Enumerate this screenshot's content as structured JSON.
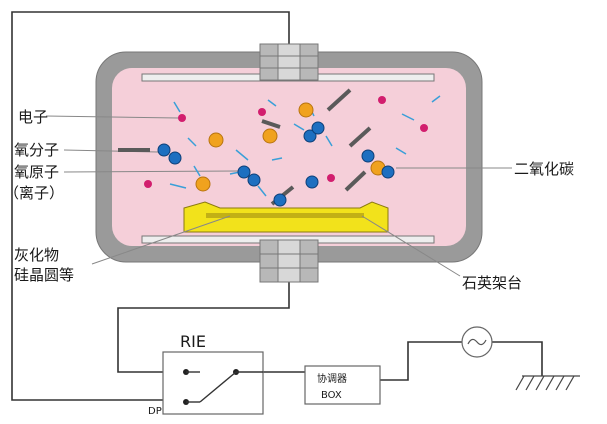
{
  "labels": {
    "electron": "电子",
    "oxygen_molecule": "氧分子",
    "oxygen_atom": "氧原子",
    "ion": "（离子）",
    "ash": "灰化物",
    "wafer": "硅晶圆等",
    "co2": "二氧化碳",
    "quartz_stage": "石英架台",
    "rie": "RIE",
    "matching": "协调器",
    "box": "BOX",
    "dp": "DP"
  },
  "colors": {
    "chamber_wall": "#9a9a9a",
    "chamber_inner": "#f5cfd9",
    "electrode": "#eeeeee",
    "stage": "#f2e21b",
    "electron": "#d21e6e",
    "oxygen_blue": "#1d6fc0",
    "oxygen_gold": "#f0a21e",
    "spark": "#3a9fd8",
    "ash_bar": "#5a5a5a",
    "leader": "#888888",
    "wire": "#333333"
  }
}
